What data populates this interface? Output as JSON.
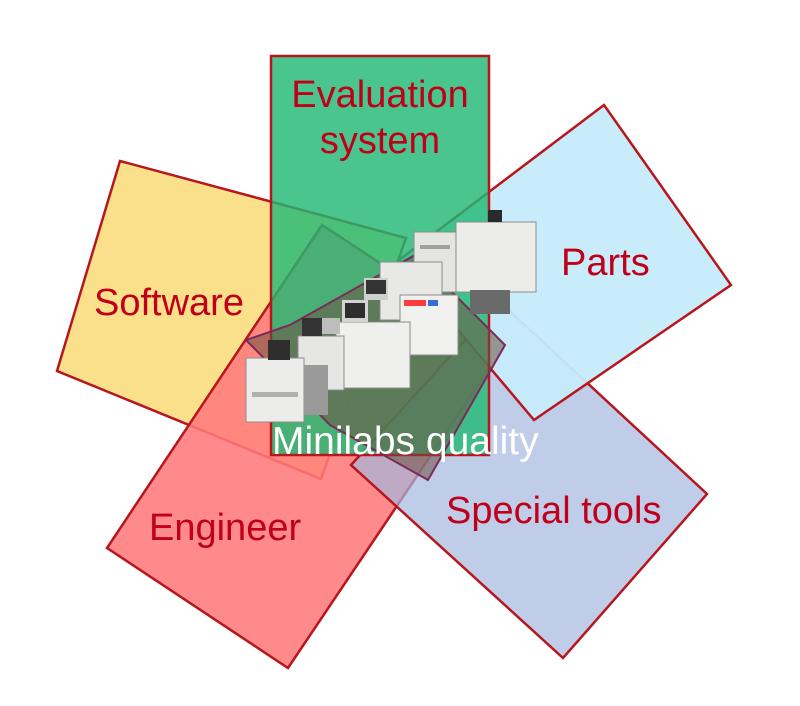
{
  "diagram": {
    "center_label": "Minilabs quality",
    "labels": {
      "evaluation_line1": "Evaluation",
      "evaluation_line2": "system",
      "software": "Software",
      "parts": "Parts",
      "engineer": "Engineer",
      "special_tools": "Special tools"
    },
    "center_image": "minilab-machines-photo",
    "colors": {
      "label_text": "#c0001a",
      "center_text": "#ffffff",
      "outline": "#b8151c",
      "evaluation_fill": "#2cc17a",
      "software_fill": "#fbe08c",
      "parts_fill": "#c8ecfb",
      "engineer_fill": "#ff7f80",
      "special_tools_fill": "#a6b9df",
      "center_fill": "#7c5a4a"
    }
  }
}
